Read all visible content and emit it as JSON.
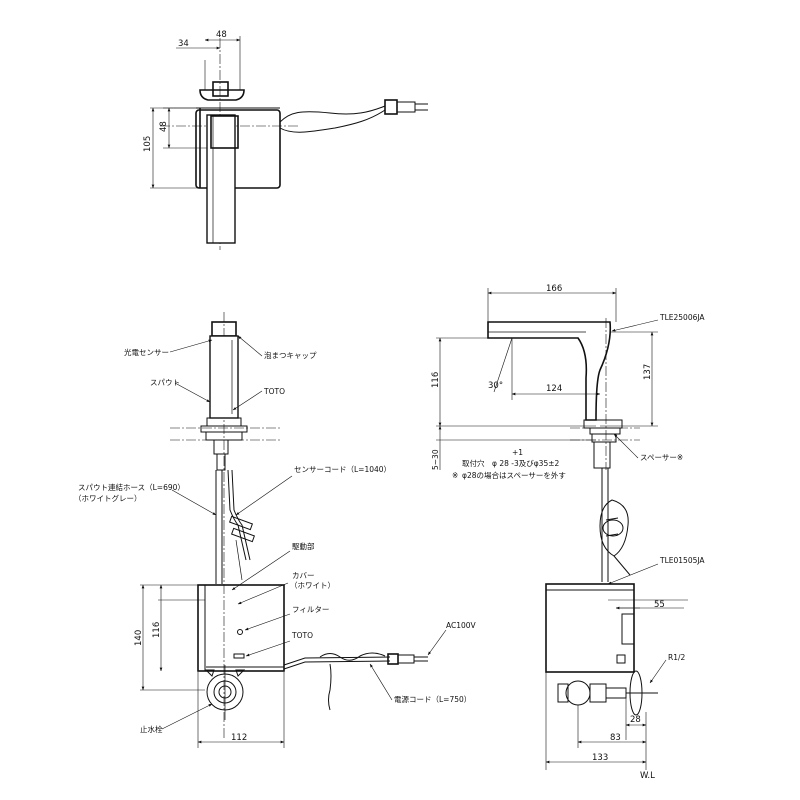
{
  "top_view": {
    "dim_34": "34",
    "dim_48_top": "48",
    "dim_48_side": "48",
    "dim_105": "105"
  },
  "front_view": {
    "sensor": "光電センサー",
    "aerator_cap": "泡まつキャップ",
    "spout": "スパウト",
    "toto_spout": "TOTO",
    "hose_1": "スパウト連結ホース（L=690）",
    "hose_2": "（ホワイトグレー）",
    "sensor_cord": "センサーコード（L=1040）",
    "drive_unit": "駆動部",
    "cover_1": "カバー",
    "cover_2": "（ホワイト）",
    "filter": "フィルター",
    "toto_box": "TOTO",
    "power_cord": "電源コード（L=750）",
    "ac100v": "AC100V",
    "stop_valve": "止水栓",
    "dim_140": "140",
    "dim_116": "116",
    "dim_112": "112"
  },
  "side_view": {
    "dim_166": "166",
    "model_faucet": "TLE25006JA",
    "dim_137": "137",
    "dim_116": "116",
    "dim_124": "124",
    "angle_30": "30°",
    "dim_5_30": "5~30",
    "tol_plus": "+1",
    "hole_line": "取付穴　φ 28  -3及びφ35±2",
    "hole_note": "φ28の場合はスペーサーを外す",
    "hole_note_mark": "※",
    "spacer": "スペーサー※",
    "model_box": "TLE01505JA",
    "dim_55": "55",
    "r12": "R1/2",
    "dim_28": "28",
    "dim_83": "83",
    "dim_133": "133",
    "wl": "W.L"
  }
}
